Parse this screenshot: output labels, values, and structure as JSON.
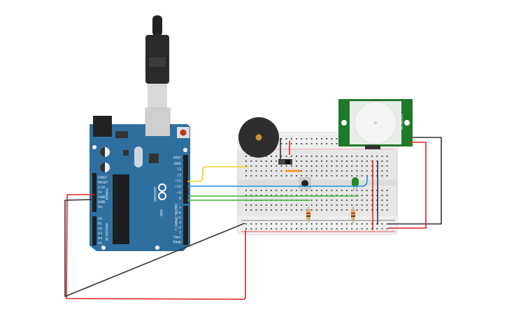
{
  "arduino": {
    "brand": "ARDUINO",
    "model": "UNO",
    "digital_header_label": "DIGITAL (PWM ~)",
    "power_header_label": "POWER",
    "analog_header_label": "ANALOG IN",
    "digital_pins": [
      "AREF",
      "GND",
      "13",
      "12",
      "~11",
      "~10",
      "~9",
      "8",
      "7",
      "~6",
      "~5",
      "4",
      "~3",
      "2",
      "TX▸1",
      "RX◂0"
    ],
    "power_pins": [
      "IOREF",
      "RESET",
      "3.3V",
      "5V",
      "GND",
      "GND",
      "Vin"
    ],
    "analog_pins": [
      "A0",
      "A1",
      "A2",
      "A3",
      "A4",
      "A5"
    ],
    "colors": {
      "board": "#2f6f9f",
      "header": "#1f1f1f"
    }
  },
  "pir_sensor": {
    "label": "HC-SR501",
    "color": "#1e7a28"
  },
  "breadboard": {
    "color": "#e6e6e6"
  },
  "wire_colors": {
    "yellow": "#f2d21b",
    "blue": "#1e90d6",
    "green": "#3cb43c",
    "red": "#e02020",
    "black": "#333333",
    "orange": "#f08c1a"
  }
}
